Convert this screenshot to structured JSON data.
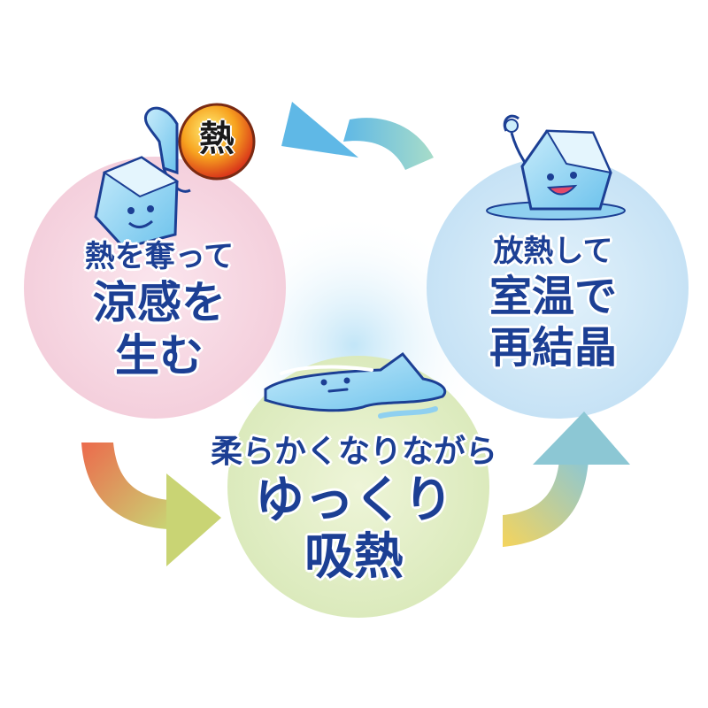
{
  "colors": {
    "text_blue": "#1c3f94",
    "pink_circle": "#f7d9e3",
    "blue_circle": "#cfe7f7",
    "green_circle": "#e4efc9",
    "ice_blue": "#8fd0f0",
    "heat_orange": "#f08a1e"
  },
  "left_stage": {
    "line1": "熱を奪って",
    "line2": "涼感を",
    "line3": "生む",
    "icon": "ice-cube-holding-heat-ball-icon",
    "heat_ball_text": "熱"
  },
  "right_stage": {
    "line1": "放熱して",
    "line2": "室温で",
    "line3": "再結晶",
    "icon": "ice-cube-smiling-icon"
  },
  "bottom_stage": {
    "line1": "柔らかくなりながら",
    "line2": "ゆっくり",
    "line3": "吸熱",
    "icon": "melting-ice-icon"
  },
  "arrows": {
    "top": "arrow-right-to-left-icon",
    "left": "arrow-left-to-bottom-icon",
    "right": "arrow-bottom-to-right-icon"
  }
}
